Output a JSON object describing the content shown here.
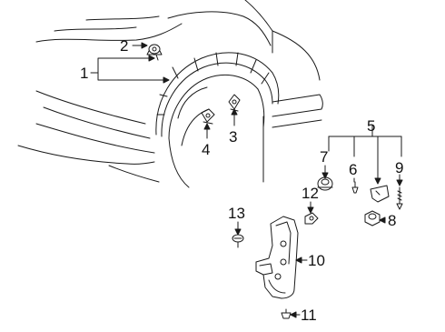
{
  "callouts": {
    "c1": "1",
    "c2": "2",
    "c3": "3",
    "c4": "4",
    "c5": "5",
    "c6": "6",
    "c7": "7",
    "c8": "8",
    "c9": "9",
    "c10": "10",
    "c11": "11",
    "c12": "12",
    "c13": "13"
  },
  "colors": {
    "line": "#1a1a1a",
    "background": "#ffffff",
    "part_fill": "#ffffff"
  }
}
